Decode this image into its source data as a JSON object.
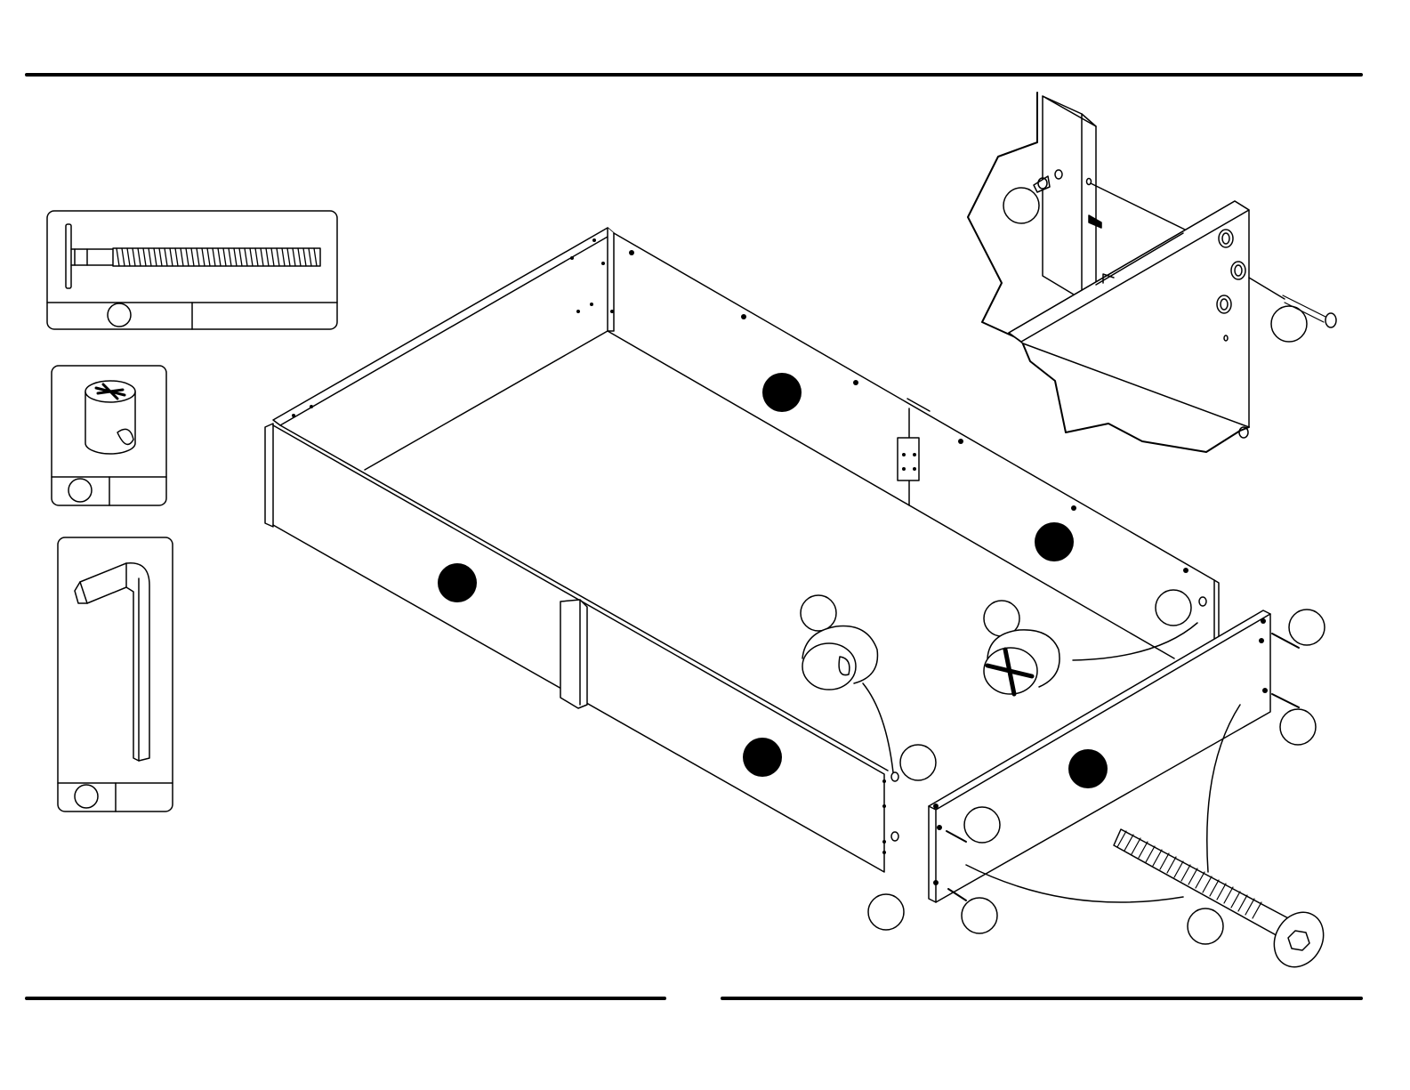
{
  "page": {
    "type": "assembly-instruction-step",
    "background": "#ffffff",
    "ink": "#000000"
  },
  "hardware_legend": [
    {
      "name": "bolt",
      "icon": "long-bolt-icon",
      "quantity_label": ""
    },
    {
      "name": "cam-nut",
      "icon": "cam-barrel-nut-icon",
      "quantity_label": ""
    },
    {
      "name": "hex-key",
      "icon": "hex-allen-key-icon",
      "quantity_label": ""
    }
  ],
  "panels": [
    {
      "name": "right-back-panel"
    },
    {
      "name": "left-back-panel"
    },
    {
      "name": "left-front-panel"
    },
    {
      "name": "right-front-panel"
    },
    {
      "name": "end-panel"
    },
    {
      "name": "corner-detail-end-panel"
    }
  ],
  "callouts": {
    "count": 12,
    "label_text": ""
  },
  "details": {
    "cam_nut_closeups": 2,
    "bolt_closeup": 1,
    "corner_inset": 1
  }
}
